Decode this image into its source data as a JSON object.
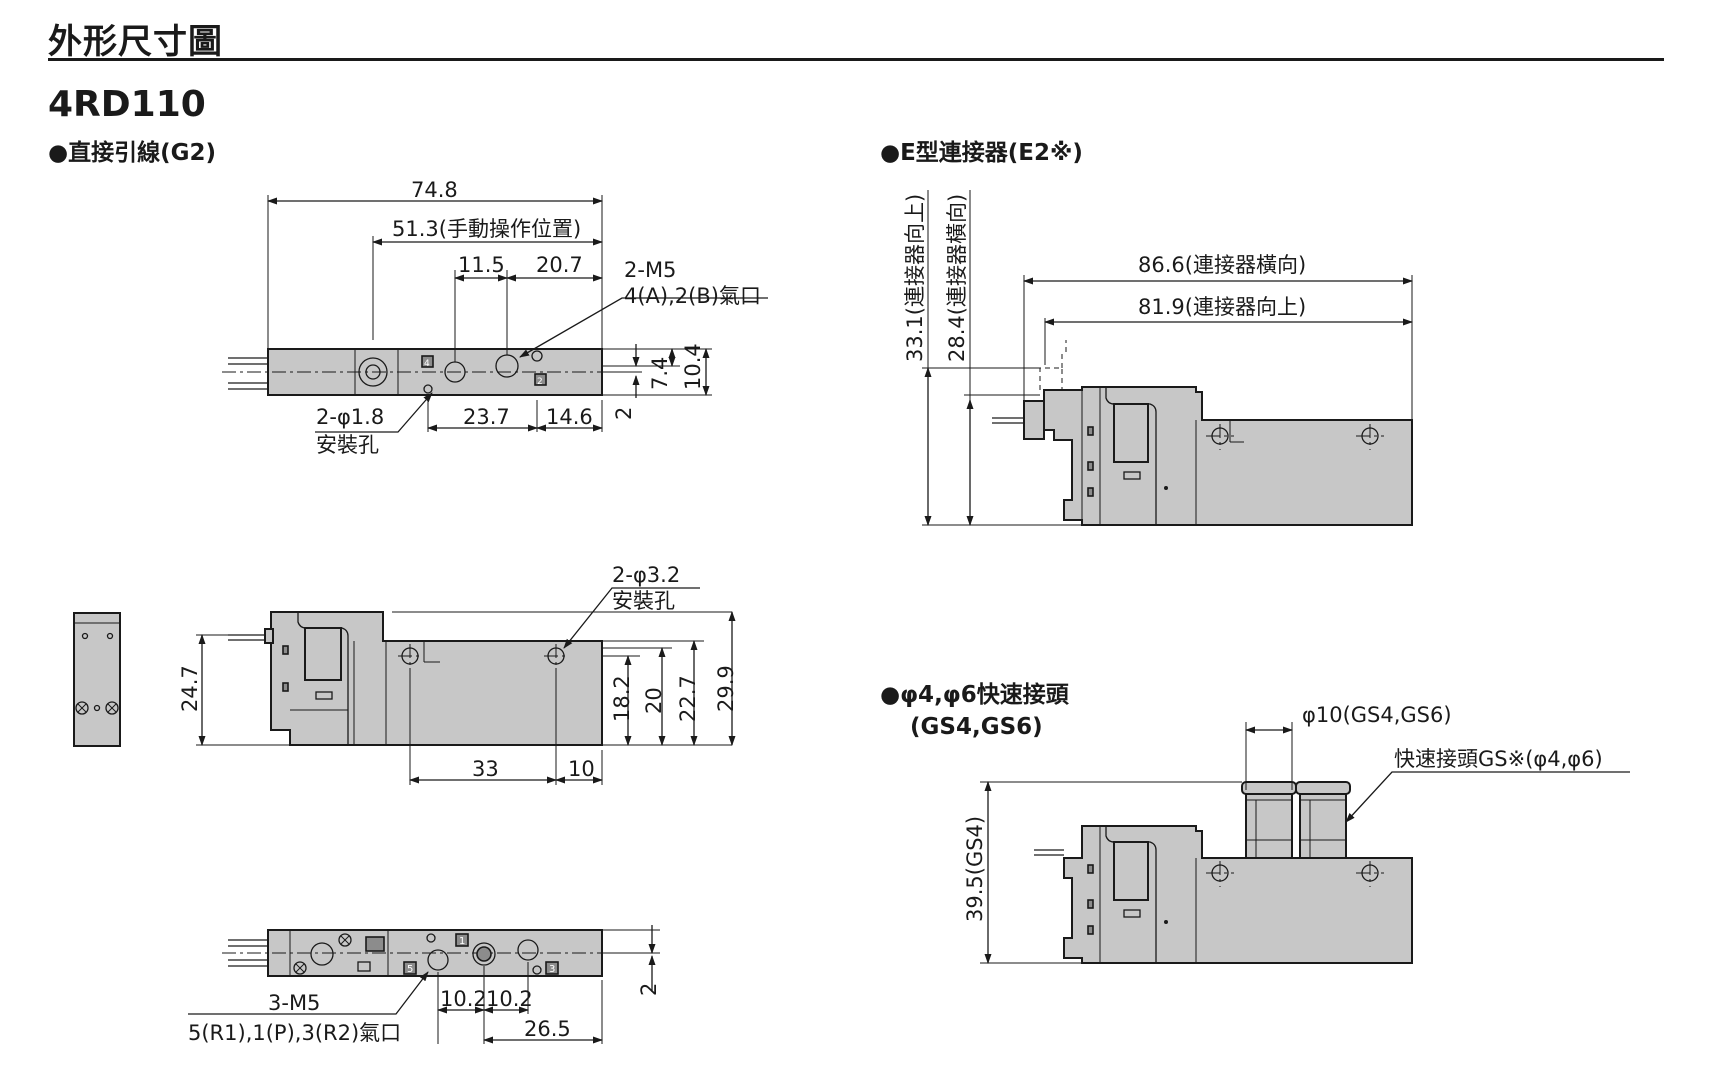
{
  "header": {
    "title": "外形尺寸圖",
    "model": "4RD110"
  },
  "sections": {
    "g2": "●直接引線(G2)",
    "e2": "●E型連接器(E2※)",
    "gs_line1": "●φ4,φ6快速接頭",
    "gs_line2": "(GS4,GS6)"
  },
  "top_view": {
    "overall": "74.8",
    "manual_pos": "51.3(手動操作位置)",
    "d115": "11.5",
    "d207": "20.7",
    "port_m5": "2-M5",
    "port_ab": "4(A),2(B)氣口",
    "d74": "7.4",
    "d104": "10.4",
    "hole": "2-φ1.8",
    "hole_note": "安裝孔",
    "d237": "23.7",
    "d146": "14.6",
    "d2": "2",
    "port_a_mark": "4",
    "port_b_mark": "2"
  },
  "side_view": {
    "hole": "2-φ3.2",
    "hole_note": "安裝孔",
    "h247": "24.7",
    "h182": "18.2",
    "h20": "20",
    "h227": "22.7",
    "h299": "29.9",
    "w33": "33",
    "w10": "10"
  },
  "bottom_view": {
    "port_m5": "3-M5",
    "port_note": "5(R1),1(P),3(R2)氣口",
    "p102a": "10.2",
    "p102b": "10.2",
    "p265": "26.5",
    "d2": "2",
    "mark1": "1",
    "mark3": "3",
    "mark5": "5"
  },
  "e2_view": {
    "w866": "86.6(連接器橫向)",
    "w819": "81.9(連接器向上)",
    "h331": "33.1(連接器向上)",
    "h284": "28.4(連接器橫向)"
  },
  "gs_view": {
    "d10": "φ10(GS4,GS6)",
    "fitting": "快速接頭GS※(φ4,φ6)",
    "h395": "39.5(GS4)"
  },
  "colors": {
    "body": "#c7c7c7",
    "line": "#1a1a1a",
    "dark": "#8c8c8c"
  }
}
